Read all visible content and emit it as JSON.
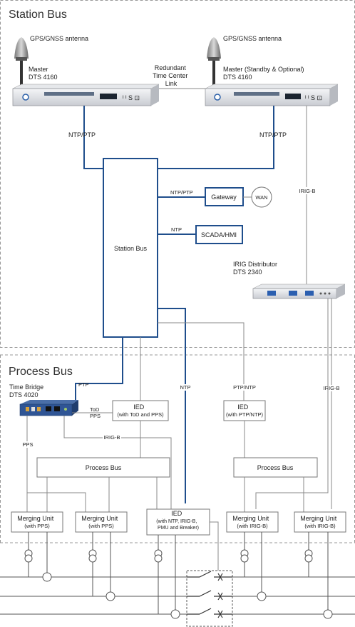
{
  "sections": {
    "station_bus": "Station Bus",
    "process_bus": "Process Bus"
  },
  "antenna_left": "GPS/GNSS antenna",
  "antenna_right": "GPS/GNSS antenna",
  "master_left": [
    "Master",
    "DTS 4160"
  ],
  "master_right": [
    "Master (Standby & Optional)",
    "DTS 4160"
  ],
  "redundant_link": [
    "Redundant",
    "Time Center",
    "Link"
  ],
  "ntp_ptp_left": "NTP/PTP",
  "ntp_ptp_right": "NTP/PTP",
  "station_bus_box": "Station Bus",
  "gateway_link": "NTP/PTP",
  "gateway": "Gateway",
  "wan": "WAN",
  "scada_link": "NTP",
  "scada": "SCADA/HMI",
  "irig_b_top": "IRIG-B",
  "irig_distributor": [
    "IRIG Distributor",
    "DTS 2340"
  ],
  "time_bridge": [
    "Time Bridge",
    "DTS 4020"
  ],
  "ptp": "PTP",
  "tod_pps": [
    "ToD",
    "PPS"
  ],
  "ied_tod": [
    "IED",
    "(with ToD and PPS)"
  ],
  "irig_b_mid": "IRIG-B",
  "ntp_vertical": "NTP",
  "ptp_ntp": "PTP/NTP",
  "ied_ptp": [
    "IED",
    "(with PTP/NTP)"
  ],
  "irig_b_right": "IRIG-B",
  "pps": "PPS",
  "process_bus_left": "Process Bus",
  "process_bus_right": "Process Bus",
  "mu1": [
    "Merging Unit",
    "(with PPS)"
  ],
  "mu2": [
    "Merging Unit",
    "(with PPS)"
  ],
  "ied_ntp": [
    "IED",
    "(with NTP, IRIG-B,",
    "PMU and Breaker)"
  ],
  "mu3": [
    "Merging Unit",
    "(with IRIG-B)"
  ],
  "mu4": [
    "Merging Unit",
    "(with IRIG-B)"
  ]
}
